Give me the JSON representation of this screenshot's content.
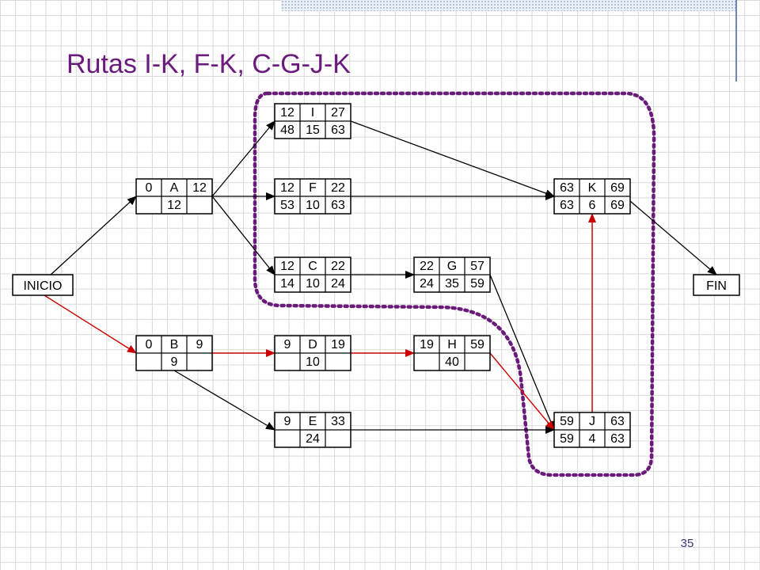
{
  "title": "Rutas I-K, F-K, C-G-J-K",
  "page_number": "35",
  "colors": {
    "title": "#6b1a7e",
    "critical_path": "#cc0000",
    "normal_path": "#000000",
    "highlight_loop": "#6a1b7a"
  },
  "terminals": {
    "start": "INICIO",
    "end": "FIN"
  },
  "nodes": [
    {
      "id": "A",
      "es": "0",
      "ef": "12",
      "ls": "",
      "dur": "12",
      "lf": ""
    },
    {
      "id": "B",
      "es": "0",
      "ef": "9",
      "ls": "",
      "dur": "9",
      "lf": ""
    },
    {
      "id": "I",
      "es": "12",
      "ef": "27",
      "ls": "48",
      "dur": "15",
      "lf": "63"
    },
    {
      "id": "F",
      "es": "12",
      "ef": "22",
      "ls": "53",
      "dur": "10",
      "lf": "63"
    },
    {
      "id": "C",
      "es": "12",
      "ef": "22",
      "ls": "14",
      "dur": "10",
      "lf": "24"
    },
    {
      "id": "D",
      "es": "9",
      "ef": "19",
      "ls": "",
      "dur": "10",
      "lf": ""
    },
    {
      "id": "E",
      "es": "9",
      "ef": "33",
      "ls": "",
      "dur": "24",
      "lf": ""
    },
    {
      "id": "G",
      "es": "22",
      "ef": "57",
      "ls": "24",
      "dur": "35",
      "lf": "59"
    },
    {
      "id": "H",
      "es": "19",
      "ef": "59",
      "ls": "",
      "dur": "40",
      "lf": ""
    },
    {
      "id": "K",
      "es": "63",
      "ef": "69",
      "ls": "63",
      "dur": "6",
      "lf": "69"
    },
    {
      "id": "J",
      "es": "59",
      "ef": "63",
      "ls": "59",
      "dur": "4",
      "lf": "63"
    }
  ],
  "edges": [
    {
      "from": "INICIO",
      "to": "A",
      "critical": false
    },
    {
      "from": "INICIO",
      "to": "B",
      "critical": true
    },
    {
      "from": "A",
      "to": "I",
      "critical": false
    },
    {
      "from": "A",
      "to": "F",
      "critical": false
    },
    {
      "from": "A",
      "to": "C",
      "critical": false
    },
    {
      "from": "B",
      "to": "D",
      "critical": true
    },
    {
      "from": "B",
      "to": "E",
      "critical": false
    },
    {
      "from": "I",
      "to": "K",
      "critical": false
    },
    {
      "from": "F",
      "to": "K",
      "critical": false
    },
    {
      "from": "C",
      "to": "G",
      "critical": false
    },
    {
      "from": "G",
      "to": "J",
      "critical": false
    },
    {
      "from": "D",
      "to": "H",
      "critical": true
    },
    {
      "from": "H",
      "to": "J",
      "critical": true
    },
    {
      "from": "E",
      "to": "J",
      "critical": false
    },
    {
      "from": "J",
      "to": "K",
      "critical": true
    },
    {
      "from": "K",
      "to": "FIN",
      "critical": false
    }
  ]
}
